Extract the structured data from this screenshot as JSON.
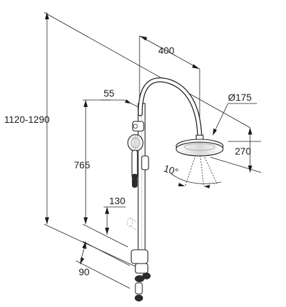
{
  "dimensions": {
    "total_height": "1120-1290",
    "arm_length": "400",
    "head_diameter": "Ø175",
    "bar_offset": "55",
    "head_height": "270",
    "angle": "10°",
    "rail_length": "765",
    "valve_offset": "130",
    "wall_depth": "90"
  },
  "colors": {
    "ink": "#1a1a1a",
    "chrome_dark": "#2b2b2b",
    "background": "#ffffff"
  }
}
